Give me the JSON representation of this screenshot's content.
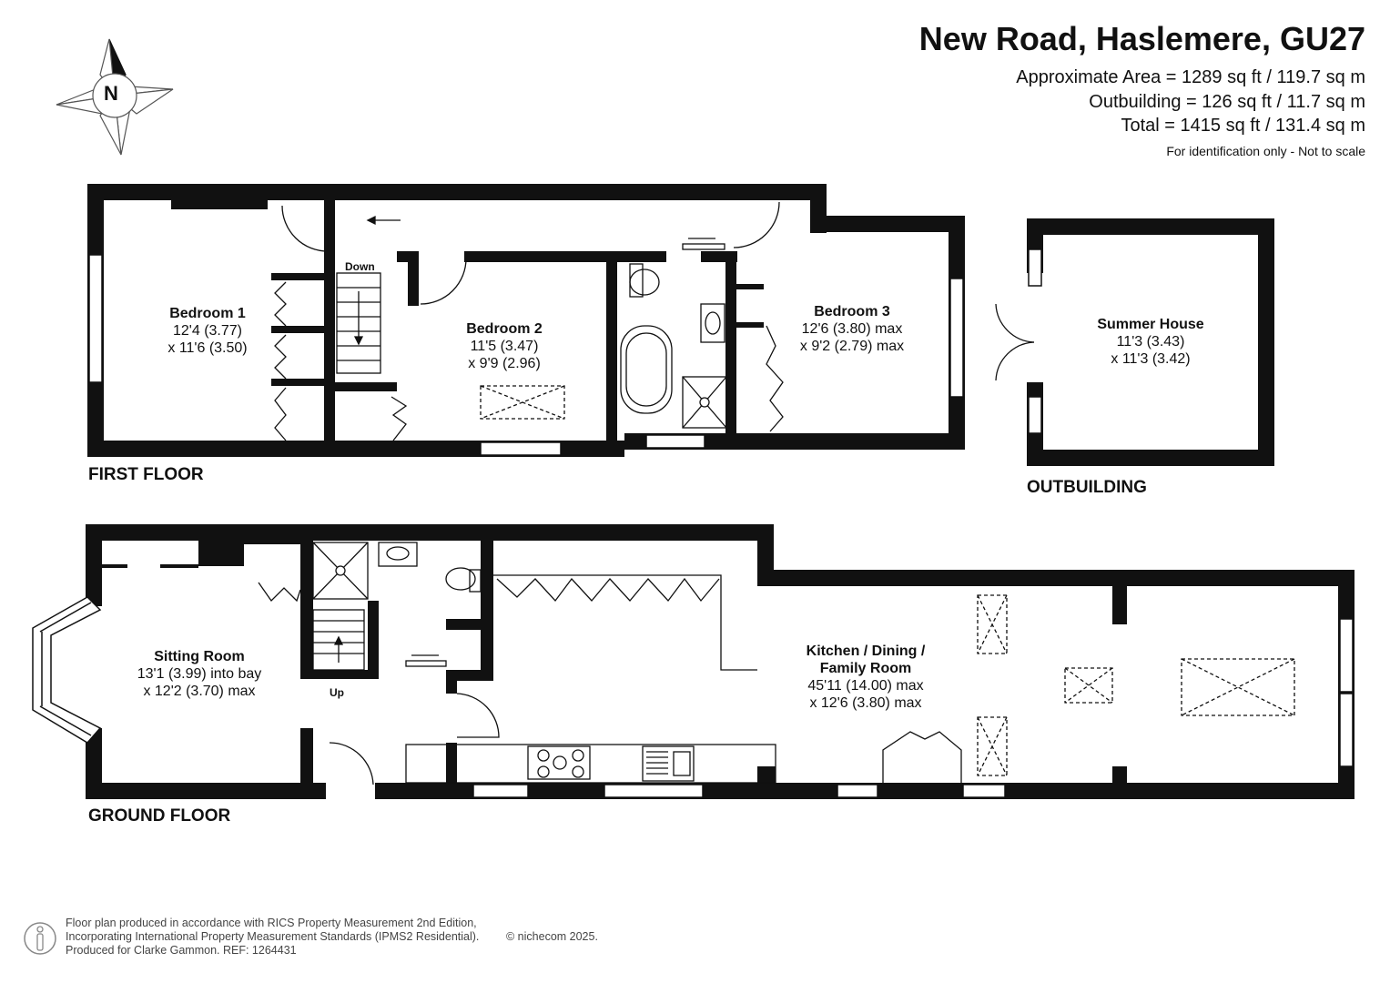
{
  "header": {
    "title": "New Road, Haslemere, GU27",
    "approx_area": "Approximate Area = 1289 sq ft / 119.7 sq m",
    "outbuilding_area": "Outbuilding = 126 sq ft / 11.7 sq m",
    "total_area": "Total = 1415 sq ft / 131.4 sq m",
    "disclaimer": "For identification only - Not to scale"
  },
  "compass": {
    "label": "N"
  },
  "floors": {
    "first": "FIRST FLOOR",
    "ground": "GROUND FLOOR",
    "outbuilding": "OUTBUILDING"
  },
  "stairs": {
    "down": "Down",
    "up": "Up"
  },
  "rooms": {
    "bedroom1": {
      "name": "Bedroom 1",
      "dim1": "12'4 (3.77)",
      "dim2": "x 11'6 (3.50)"
    },
    "bedroom2": {
      "name": "Bedroom 2",
      "dim1": "11'5 (3.47)",
      "dim2": "x 9'9 (2.96)"
    },
    "bedroom3": {
      "name": "Bedroom 3",
      "dim1": "12'6 (3.80) max",
      "dim2": "x 9'2 (2.79) max"
    },
    "summer_house": {
      "name": "Summer House",
      "dim1": "11'3 (3.43)",
      "dim2": "x 11'3 (3.42)"
    },
    "sitting_room": {
      "name": "Sitting Room",
      "dim1": "13'1 (3.99) into bay",
      "dim2": "x 12'2 (3.70) max"
    },
    "kitchen": {
      "name1": "Kitchen / Dining /",
      "name2": "Family Room",
      "dim1": "45'11 (14.00) max",
      "dim2": "x 12'6 (3.80) max"
    }
  },
  "footer": {
    "line1": "Floor plan produced in accordance with RICS Property Measurement 2nd Edition,",
    "line2": "Incorporating International Property Measurement Standards (IPMS2 Residential).",
    "copyright": "© nichecom 2025.",
    "line3": "Produced for Clarke Gammon.   REF:  1264431"
  }
}
